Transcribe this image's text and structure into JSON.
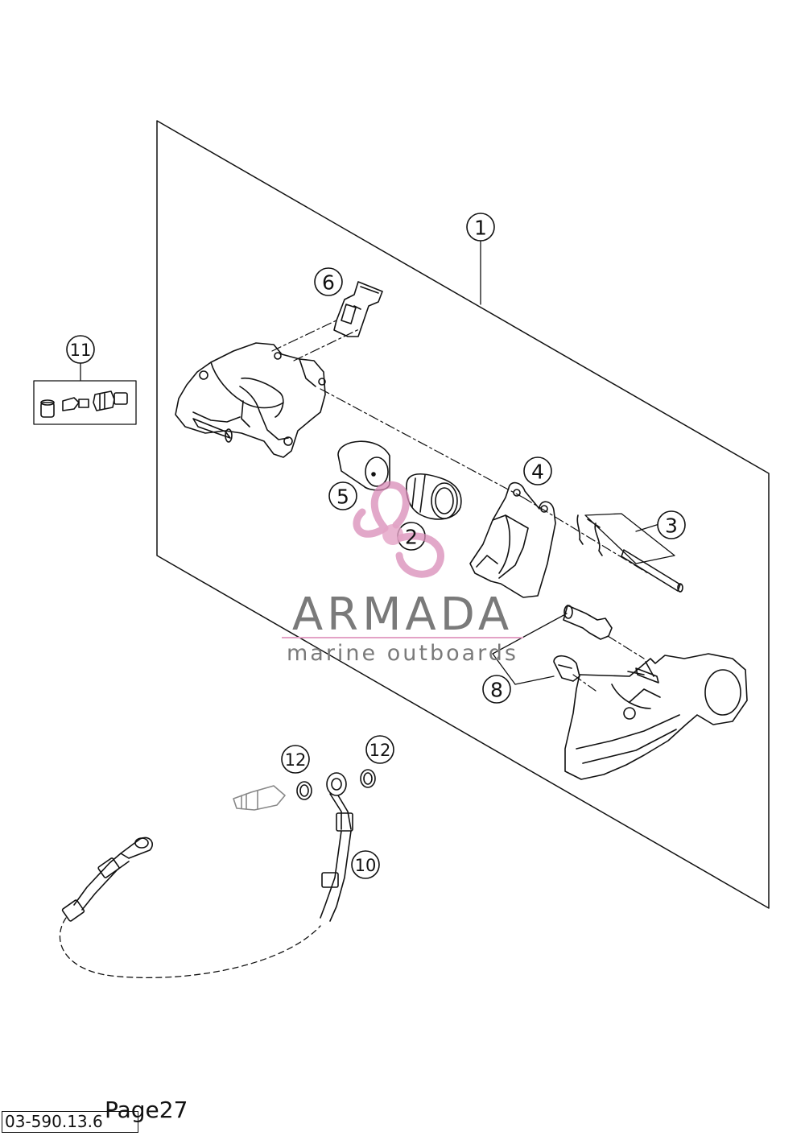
{
  "callouts": {
    "c1": "1",
    "c2": "2",
    "c3": "3",
    "c4": "4",
    "c5": "5",
    "c6": "6",
    "c8": "8",
    "c10": "10",
    "c11": "11",
    "c12a": "12",
    "c12b": "12"
  },
  "watermark": {
    "brand": "ARMADA",
    "tagline": "marine outboards"
  },
  "footer": {
    "doc_code": "03-590.13.6",
    "page_label": "Page27"
  }
}
